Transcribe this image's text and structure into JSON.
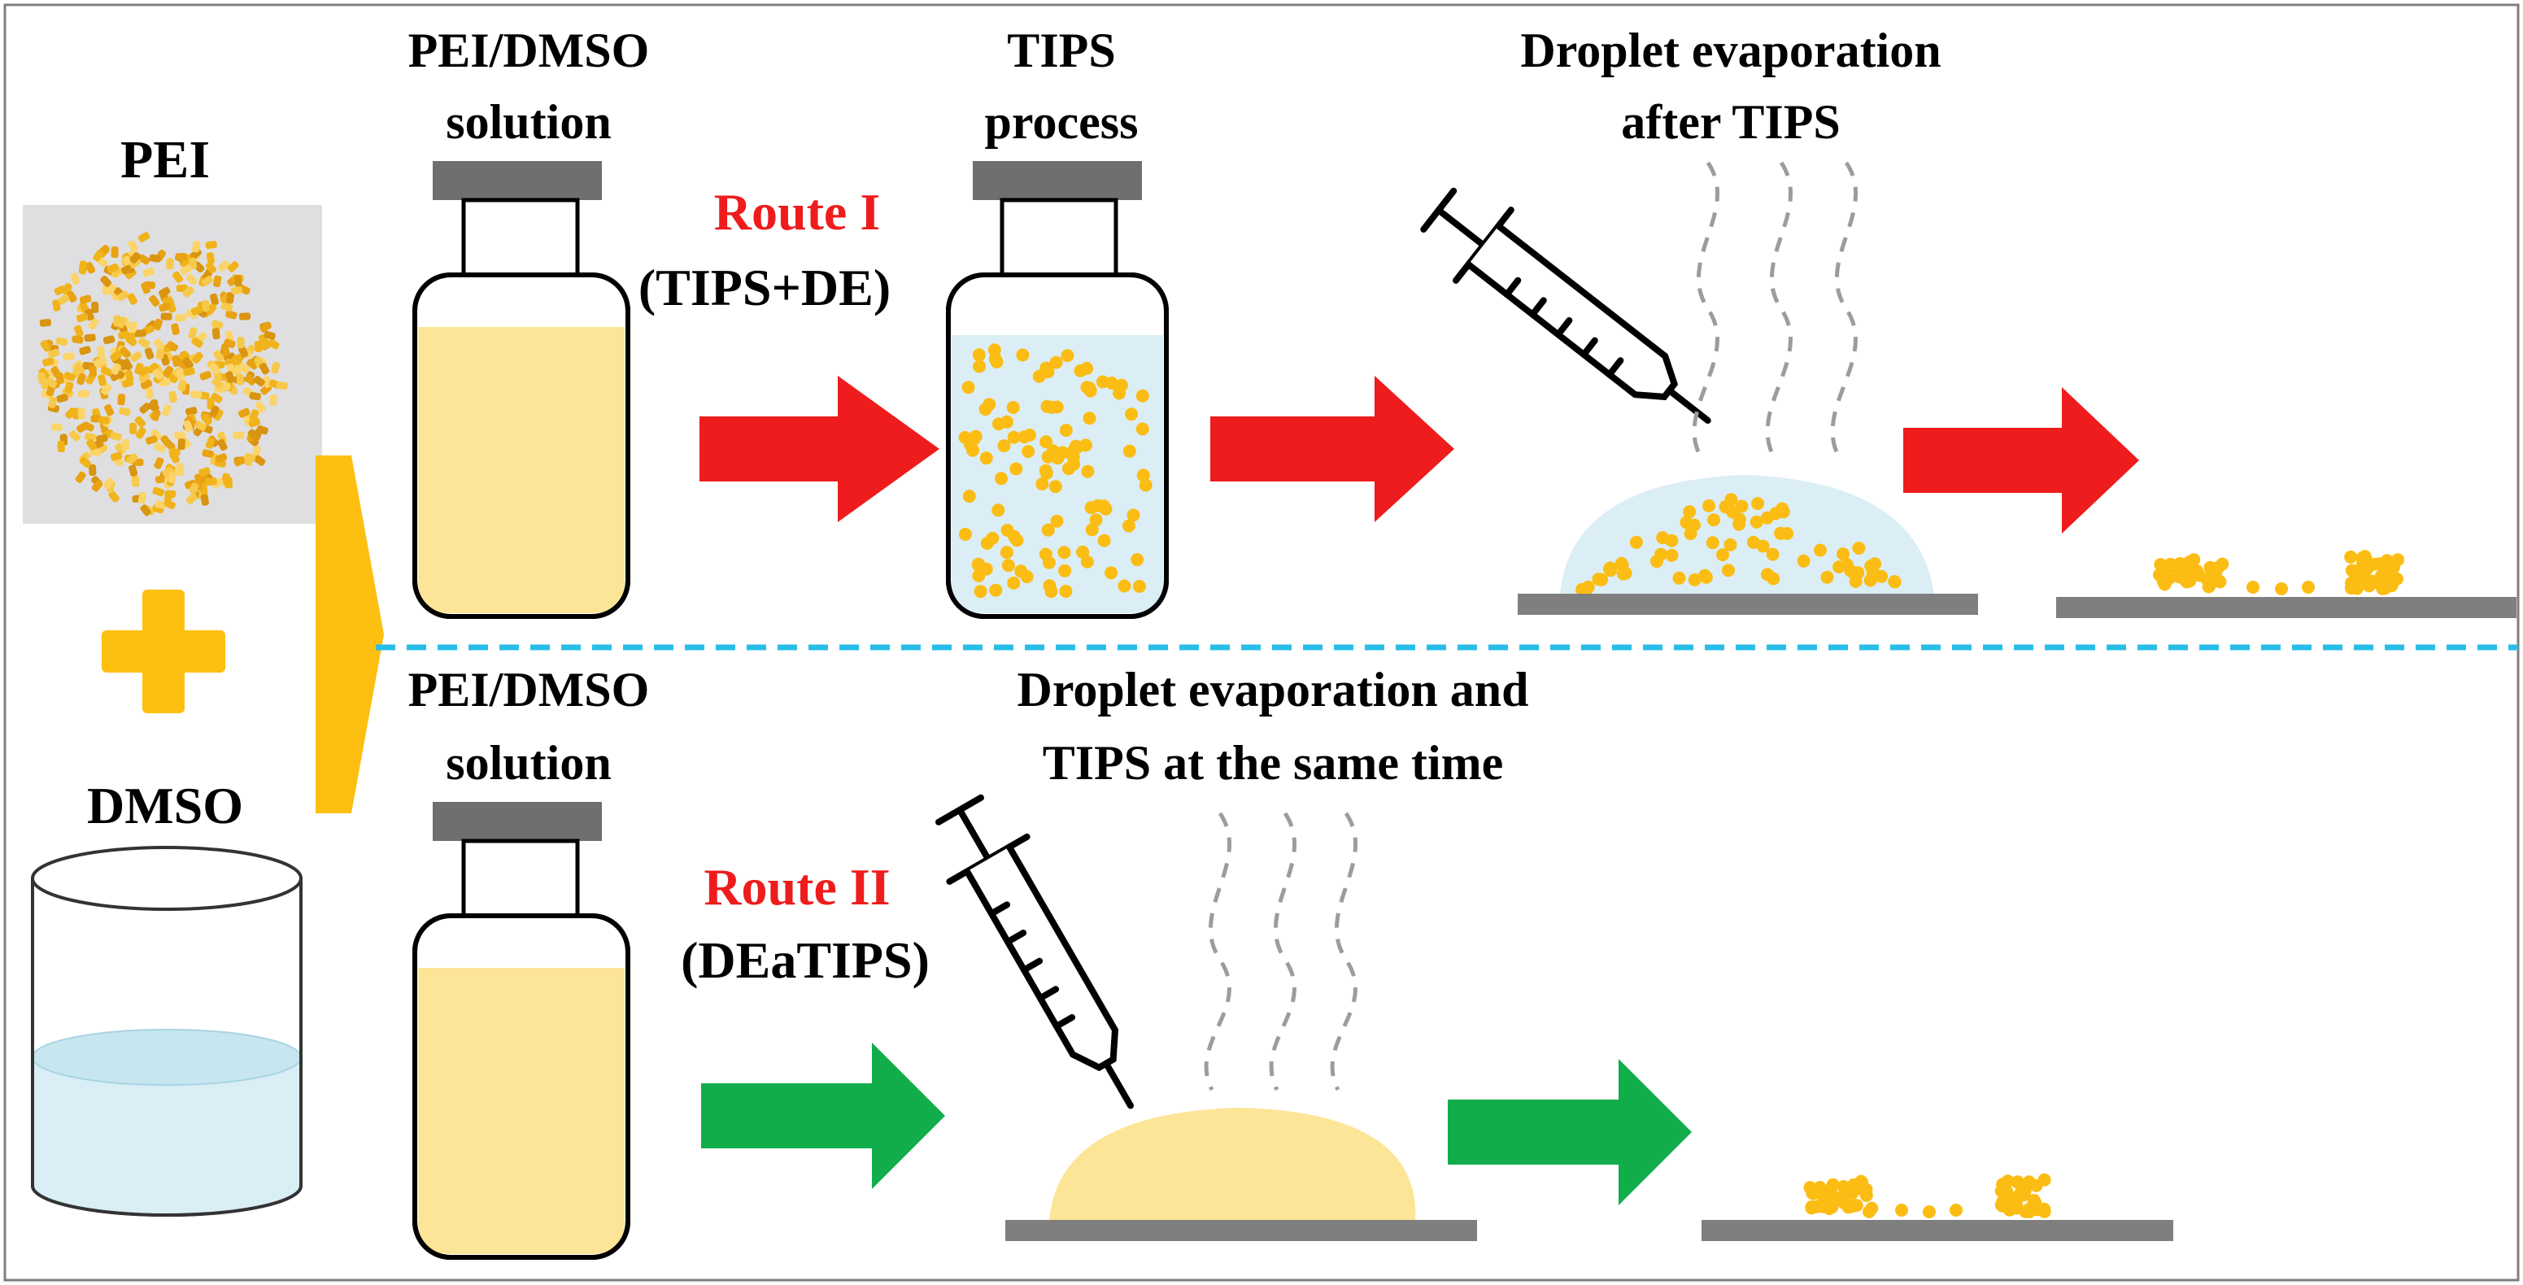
{
  "title": "",
  "labels": {
    "pei": "PEI",
    "dmso": "DMSO",
    "top_solution_line1": "PEI/DMSO",
    "top_solution_line2": "solution",
    "tips_line1": "TIPS",
    "tips_line2": "process",
    "route1": "Route I",
    "route1_sub": "(TIPS+DE)",
    "de_after_line1": "Droplet evaporation",
    "de_after_line2": "after TIPS",
    "bottom_solution_line1": "PEI/DMSO",
    "bottom_solution_line2": "solution",
    "route2": "Route II",
    "route2_sub": "(DEaTIPS)",
    "same_time_line1": "Droplet evaporation and",
    "same_time_line2": "TIPS at the same time"
  },
  "colors": {
    "route1_arrow": "#ee1c1c",
    "route2_arrow": "#12ad4b",
    "plus": "#fdbf10",
    "feed_arrow": "#fdbf10",
    "solution": "#fde597",
    "suspension": "#dbeef5",
    "particles": "#fbbd14",
    "divider": "#27bde8",
    "substrate": "#7f7f7f",
    "cap": "#6f6f6f",
    "route_text": "#ee1c1c"
  },
  "icons": [
    "pei-pellets-photo",
    "plus-icon",
    "dmso-beaker-icon",
    "vial-icon",
    "syringe-icon",
    "vapor-lines-icon",
    "arrow-icon",
    "substrate-icon"
  ]
}
